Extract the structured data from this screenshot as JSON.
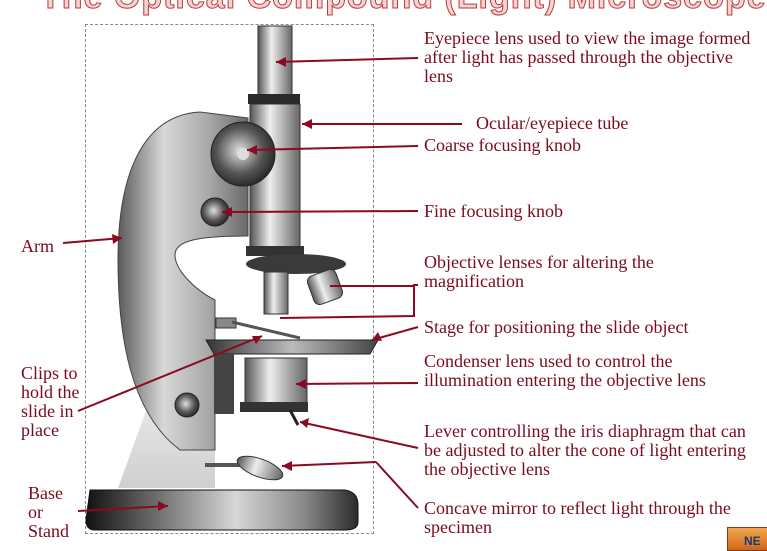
{
  "title": "The Optical Compound (Light) Microscope",
  "labels": {
    "eyepiece_lens": "Eyepiece lens used to view the image formed after light has passed through the objective lens",
    "ocular_tube": "Ocular/eyepiece tube",
    "coarse_knob": "Coarse focusing knob",
    "fine_knob": "Fine focusing knob",
    "objective_lenses": "Objective lenses for altering the magnification",
    "stage": "Stage for positioning the slide object",
    "condenser": "Condenser lens used to control the illumination entering the objective lens",
    "lever": "Lever controlling the iris diaphragm that can be adjusted to alter the cone of light entering the objective lens",
    "mirror": "Concave mirror to reflect light through the specimen",
    "arm": "Arm",
    "clips": "Clips to hold the slide in place",
    "base": "Base or Stand"
  },
  "colors": {
    "label_text": "#7a0a1e",
    "leader_line": "#8b0a22"
  },
  "nav_button": "NE"
}
